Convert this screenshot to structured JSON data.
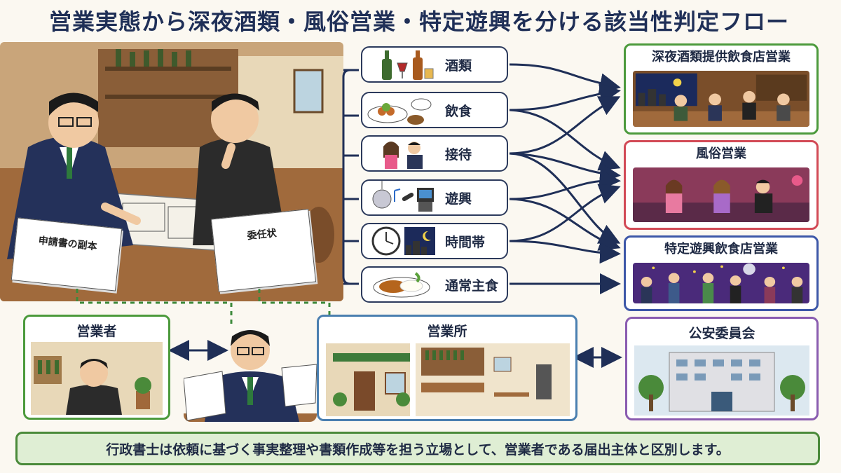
{
  "title": "営業実態から深夜酒類・風俗営業・特定遊興を分ける該当性判定フロー",
  "documents": {
    "application_copy": "申請書の副本",
    "power_of_attorney": "委任状"
  },
  "features": [
    {
      "label": "酒類",
      "icon": "liquor-bottles-icon"
    },
    {
      "label": "飲食",
      "icon": "food-plates-icon"
    },
    {
      "label": "接待",
      "icon": "hostess-service-icon"
    },
    {
      "label": "遊興",
      "icon": "disco-karaoke-icon"
    },
    {
      "label": "時間帯",
      "icon": "clock-night-icon"
    },
    {
      "label": "通常主食",
      "icon": "curry-rice-icon"
    }
  ],
  "results": [
    {
      "label": "深夜酒類提供飲食店営業",
      "color": "#4c9a3c"
    },
    {
      "label": "風俗営業",
      "color": "#d24a56"
    },
    {
      "label": "特定遊興飲食店営業",
      "color": "#3d57a8"
    }
  ],
  "parties": {
    "operator": "営業者",
    "premises": "営業所",
    "public_safety_commission": "公安委員会"
  },
  "colors": {
    "operator_border": "#4c9a3c",
    "premises_border": "#4a7fb0",
    "commission_border": "#8a5cb0",
    "arrow": "#1f2f57"
  },
  "footer": "行政書士は依頼に基づく事実整理や書類作成等を担う立場として、営業者である届出主体と区別します。"
}
